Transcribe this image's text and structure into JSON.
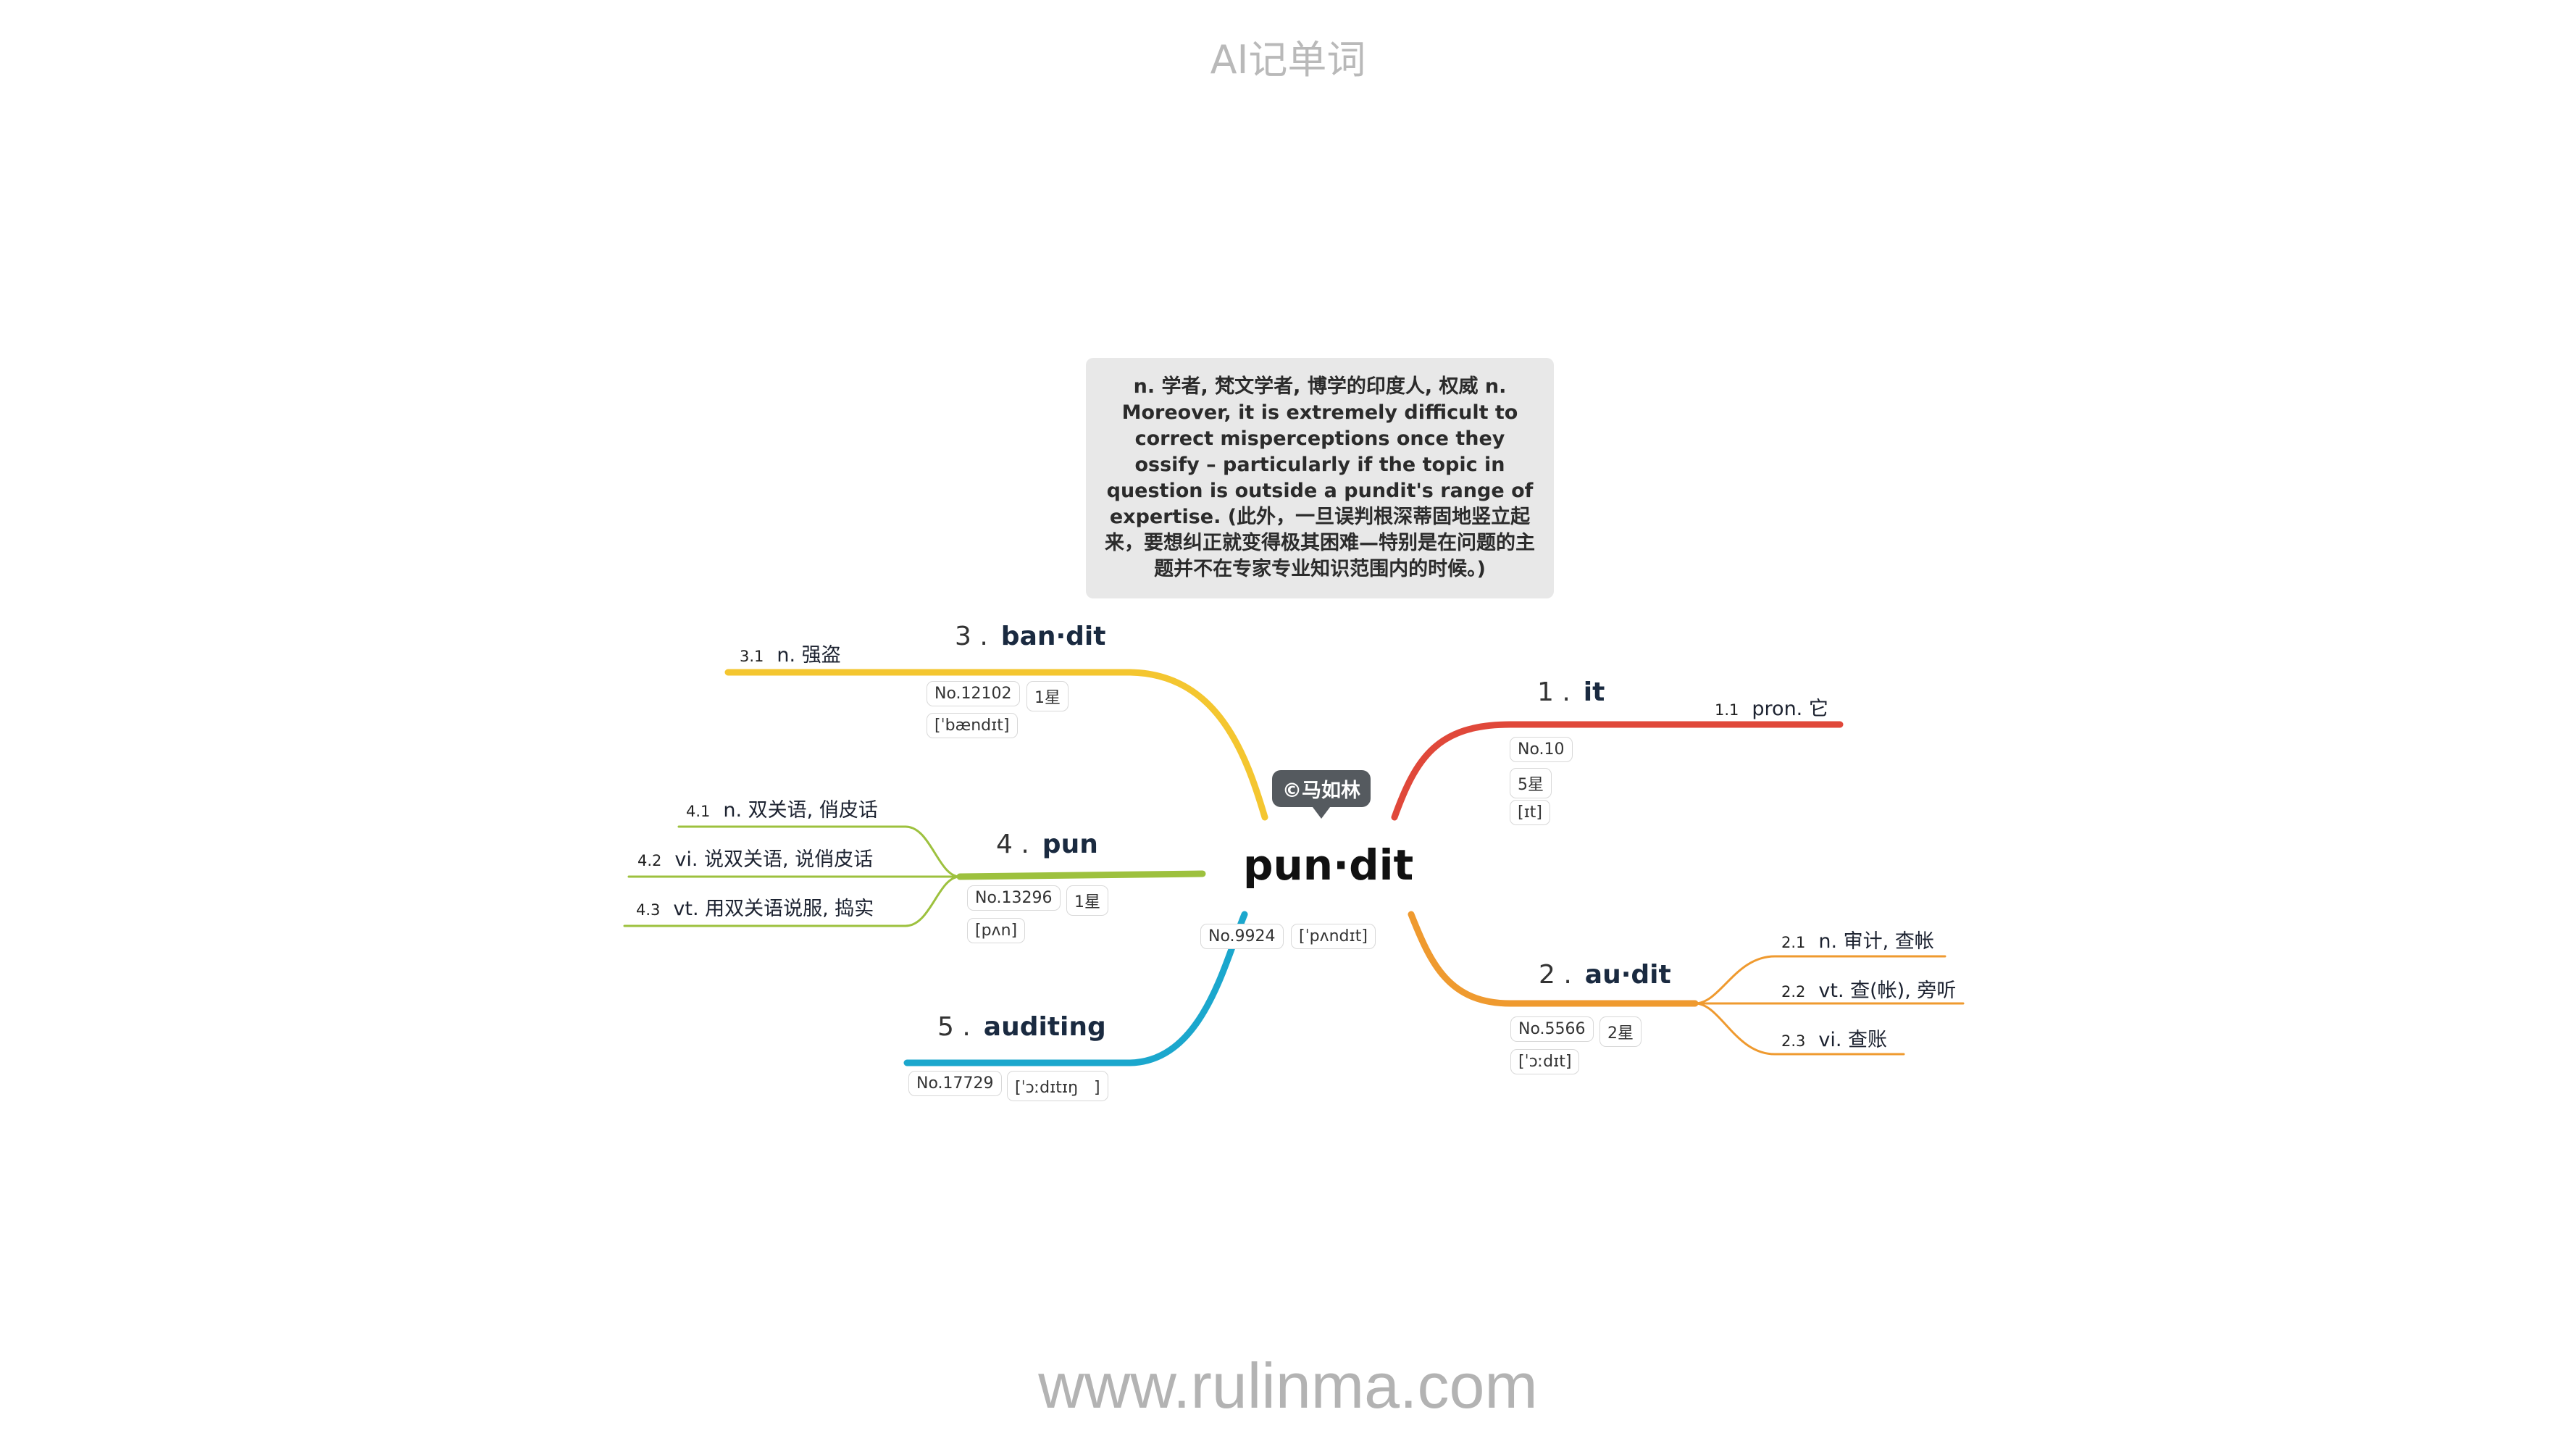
{
  "header_title": "AI记单词",
  "footer_text": "www.rulinma.com",
  "center": {
    "word": "pun·dit",
    "copyright": "©马如林",
    "number": "No.9924",
    "phonetic": "[ˈpʌndɪt]",
    "note": "n. 学者, 梵文学者, 博学的印度人, 权威 n. Moreover, it is extremely difficult to correct misperceptions once they ossify – particularly if the topic in question is outside a pundit's range of expertise. (此外，一旦误判根深蒂固地竖立起来，要想纠正就变得极其困难—特别是在问题的主题并不在专家专业知识范围内的时候。)"
  },
  "colors": {
    "branch1": "#e0483a",
    "branch2": "#ef9a2f",
    "branch3": "#f4c630",
    "branch4": "#9dc13e",
    "branch5": "#1ba7cd"
  },
  "branches": [
    {
      "num": "1 .",
      "word": "it",
      "tags": [
        "No.10",
        "5星",
        "[ɪt]"
      ],
      "subs": [
        {
          "num": "1.1",
          "text": "pron. 它"
        }
      ]
    },
    {
      "num": "2 .",
      "word": "au·dit",
      "tags": [
        "No.5566",
        "2星",
        "[ˈɔːdɪt]"
      ],
      "subs": [
        {
          "num": "2.1",
          "text": "n. 审计, 查帐"
        },
        {
          "num": "2.2",
          "text": "vt. 查(帐), 旁听"
        },
        {
          "num": "2.3",
          "text": "vi. 查账"
        }
      ]
    },
    {
      "num": "3 .",
      "word": "ban·dit",
      "tags": [
        "No.12102",
        "1星",
        "[ˈbændɪt]"
      ],
      "subs": [
        {
          "num": "3.1",
          "text": "n. 强盗"
        }
      ]
    },
    {
      "num": "4 .",
      "word": "pun",
      "tags": [
        "No.13296",
        "1星",
        "[pʌn]"
      ],
      "subs": [
        {
          "num": "4.1",
          "text": "n. 双关语, 俏皮话"
        },
        {
          "num": "4.2",
          "text": "vi. 说双关语, 说俏皮话"
        },
        {
          "num": "4.3",
          "text": "vt. 用双关语说服, 捣实"
        }
      ]
    },
    {
      "num": "5 .",
      "word": "auditing",
      "tags": [
        "No.17729",
        "[ˈɔːdɪtɪŋ　]"
      ],
      "subs": []
    }
  ]
}
